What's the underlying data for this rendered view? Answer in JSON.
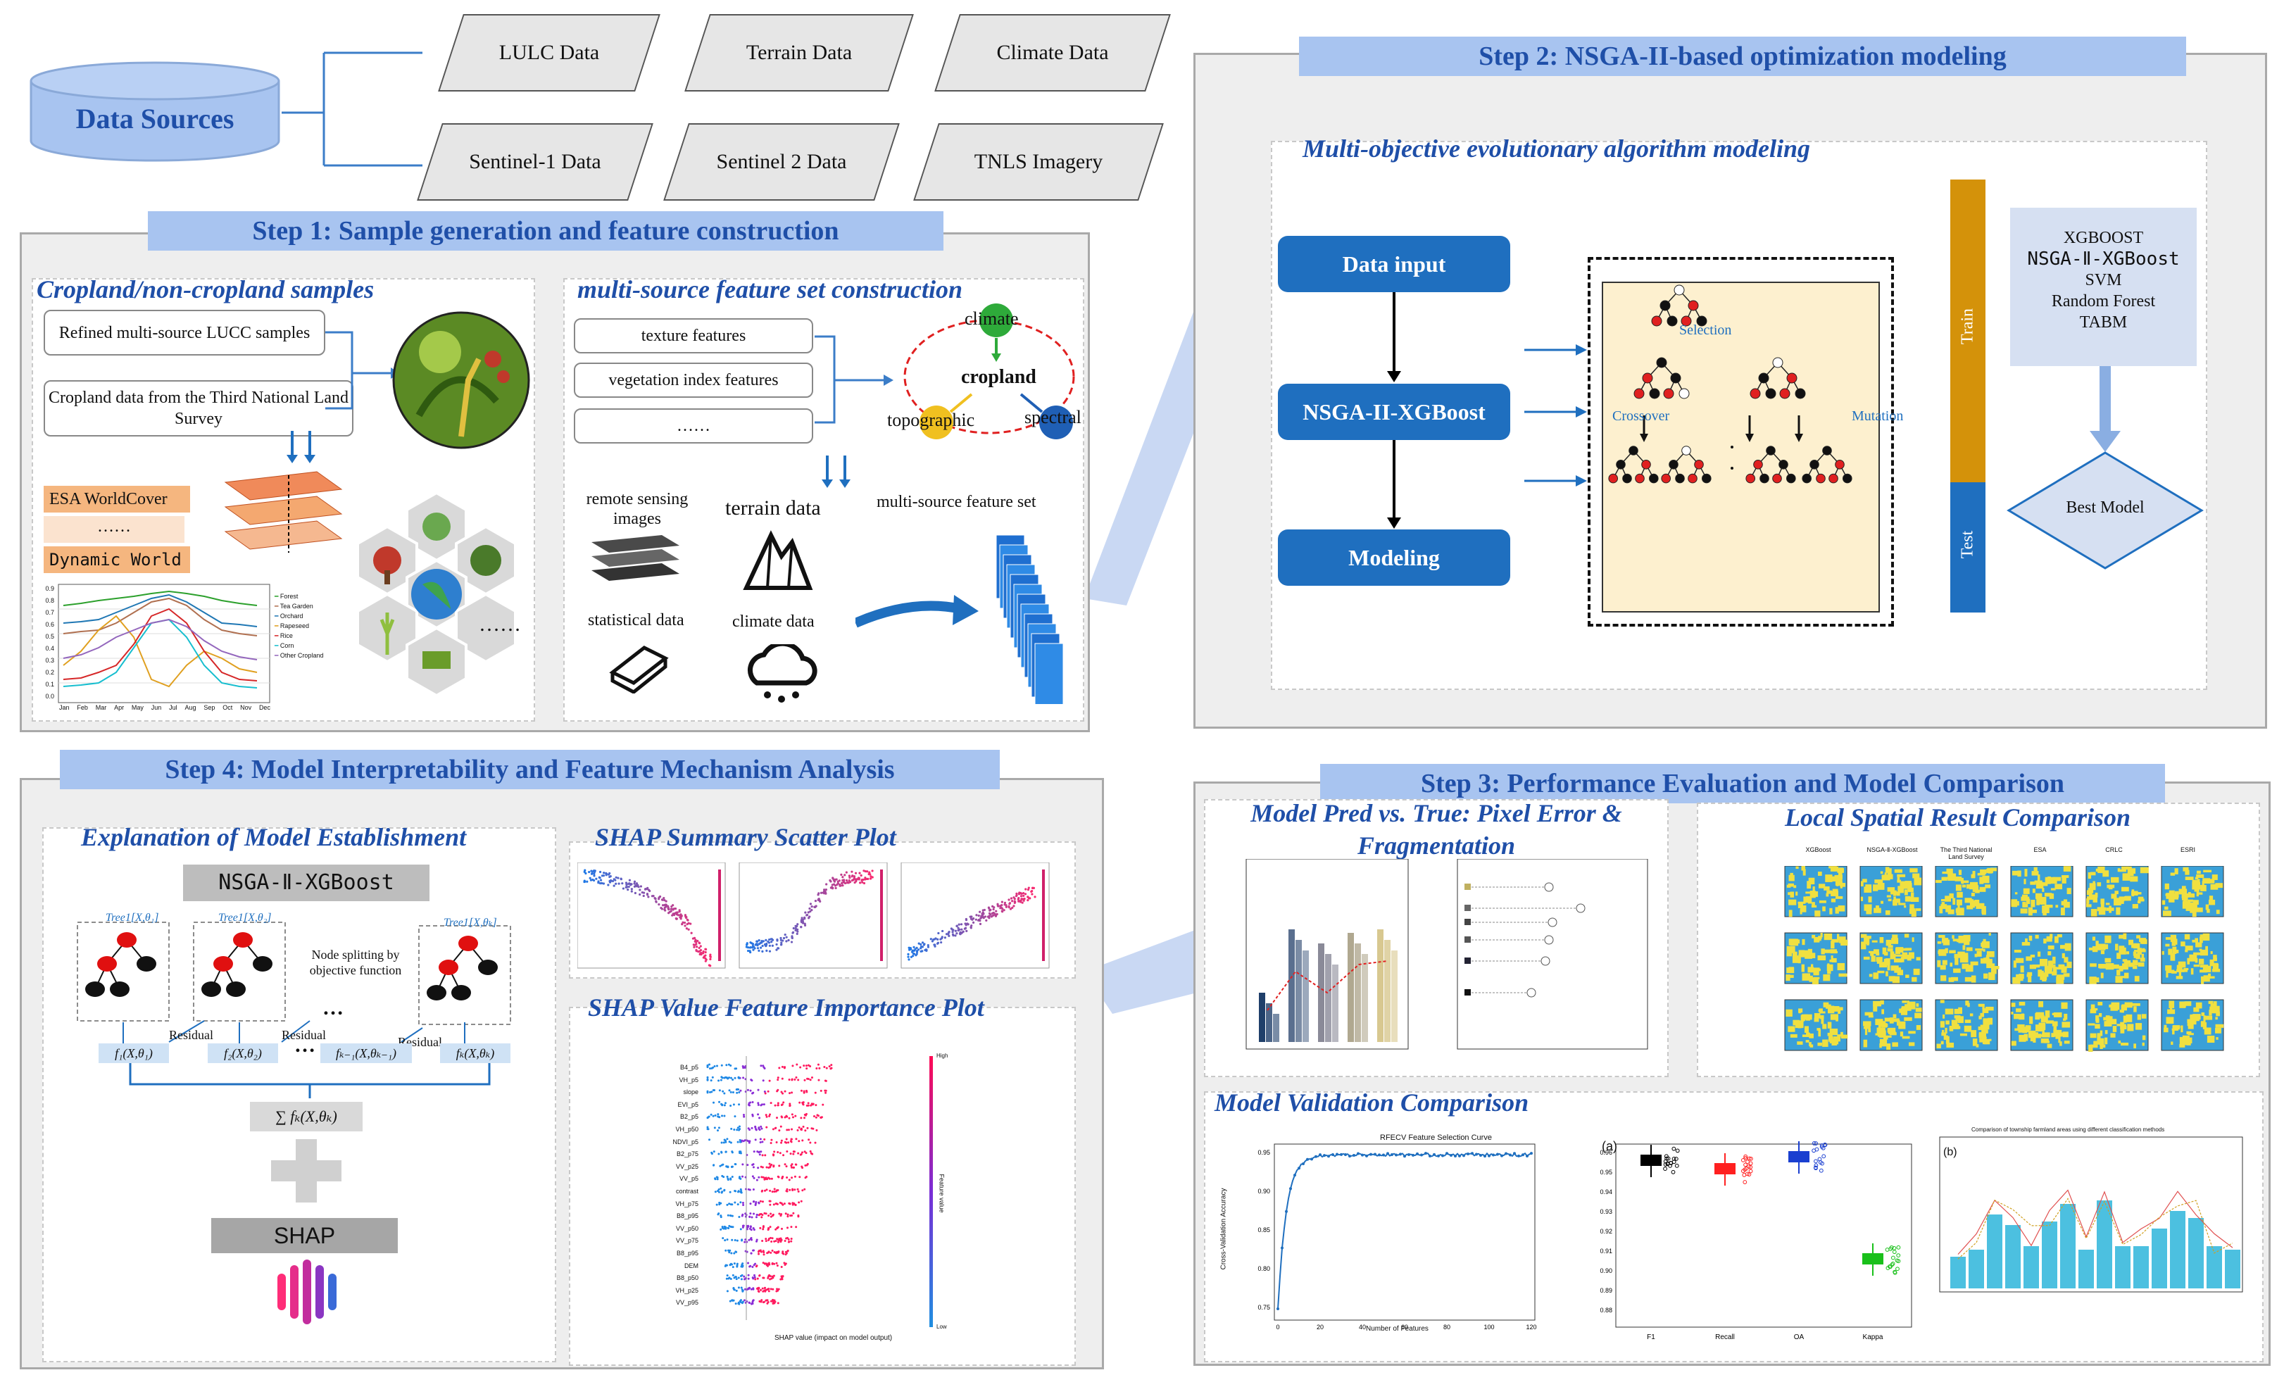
{
  "data_sources": {
    "title": "Data Sources",
    "items": [
      "LULC Data",
      "Terrain Data",
      "Climate Data",
      "Sentinel-1 Data",
      "Sentinel 2 Data",
      "TNLS Imagery"
    ]
  },
  "step1": {
    "title": "Step 1: Sample generation and feature construction",
    "samples": {
      "title": "Cropland/non-cropland samples",
      "box1": "Refined multi-source LUCC samples",
      "box2": "Cropland data from the Third National Land Survey",
      "layer1": "ESA WorldCover",
      "layer_dots": "……",
      "layer2": "Dynamic World",
      "hex_dots": "……",
      "legend": [
        "Forest",
        "Tea Garden",
        "Orchard",
        "Rapeseed",
        "Rice",
        "Corn",
        "Other Cropland"
      ],
      "months": [
        "Jan",
        "Feb",
        "Mar",
        "Apr",
        "May",
        "Jun",
        "Jul",
        "Aug",
        "Sep",
        "Oct",
        "Nov",
        "Dec"
      ],
      "yticks": [
        "0.9",
        "0.8",
        "0.7",
        "0.6",
        "0.5",
        "0.4",
        "0.3",
        "0.2",
        "0.1",
        "0.0"
      ]
    },
    "features": {
      "title": "multi-source feature set construction",
      "box1": "texture features",
      "box2": "vegetation index features",
      "box3": "……",
      "climate": "climate",
      "cropland": "cropland",
      "topographic": "topographic",
      "spectral": "spectral",
      "remote": "remote sensing images",
      "terrain": "terrain data",
      "statistical": "statistical data",
      "climate_data": "climate data",
      "feature_set": "multi-source feature set"
    }
  },
  "step2": {
    "title": "Step 2: NSGA-II-based optimization modeling",
    "subtitle": "Multi-objective evolutionary algorithm modeling",
    "data_input": "Data input",
    "nsga": "NSGA-II-XGBoost",
    "modeling": "Modeling",
    "selection": "Selection",
    "crossover": "Crossover",
    "mutation": "Mutation",
    "train": "Train",
    "test": "Test",
    "models": [
      "XGBOOST",
      "NSGA-Ⅱ-XGBoost",
      "SVM",
      "Random Forest",
      "TABM"
    ],
    "best": "Best Model"
  },
  "step3": {
    "title": "Step 3: Performance Evaluation and Model Comparison",
    "pred_title": "Model Pred vs. True: Pixel Error & Fragmentation",
    "local_title": "Local Spatial Result Comparison",
    "map_labels": [
      "XGBoost",
      "NSGA-Ⅱ-XGBoost",
      "The Third National Land Survey",
      "ESA",
      "CRLC",
      "ESRI"
    ],
    "validation_title": "Model Validation Comparison",
    "rfecv": {
      "title": "RFECV Feature Selection Curve",
      "xlabel": "Number of Features",
      "ylabel": "Cross-Validation Accuracy",
      "xticks": [
        "0",
        "20",
        "40",
        "60",
        "80",
        "100",
        "120"
      ],
      "yticks": [
        "0.95",
        "0.90",
        "0.85",
        "0.80",
        "0.75"
      ]
    },
    "box": {
      "tag": "(a)",
      "categories": [
        "F1",
        "Recall",
        "OA",
        "Kappa"
      ],
      "yticks": [
        "0.96",
        "0.95",
        "0.94",
        "0.93",
        "0.92",
        "0.91",
        "0.90",
        "0.89",
        "0.88"
      ],
      "colors": [
        "#000000",
        "#ff2020",
        "#1a3fd0",
        "#19c01a"
      ]
    },
    "line": {
      "tag": "(b)",
      "title": "Comparison of township farmland areas using different classification methods"
    }
  },
  "step4": {
    "title": "Step 4: Model Interpretability and Feature Mechanism Analysis",
    "explain_title": "Explanation of Model Establishment",
    "model_name": "NSGA-Ⅱ-XGBoost",
    "trees": [
      "Tree1[X,θ₁]",
      "Tree1[X,θ₂]",
      "Tree1[X,θₖ]"
    ],
    "node_text": "Node splitting by objective function",
    "dots": "…",
    "dots2": "…",
    "residual": "Residual",
    "funcs": [
      "f₁(X,θ₁)",
      "f₂(X,θ₂)",
      "fₖ₋₁(X,θₖ₋₁)",
      "fₖ(X,θₖ)"
    ],
    "sum": "∑ fₖ(X,θₖ)",
    "shap": "SHAP",
    "scatter_title": "SHAP Summary Scatter Plot",
    "importance_title": "SHAP Value Feature Importance Plot",
    "features": [
      "B4_p5",
      "VH_p5",
      "slope",
      "EVI_p5",
      "B2_p5",
      "VH_p50",
      "NDVI_p5",
      "B2_p75",
      "VV_p25",
      "VV_p5",
      "contrast",
      "VH_p75",
      "B8_p95",
      "VV_p50",
      "VV_p75",
      "B8_p95",
      "DEM",
      "B8_p50",
      "VH_p25",
      "VV_p95"
    ],
    "xlabel": "SHAP value (impact on model output)",
    "feature_value": "Feature value",
    "high": "High",
    "low": "Low"
  }
}
